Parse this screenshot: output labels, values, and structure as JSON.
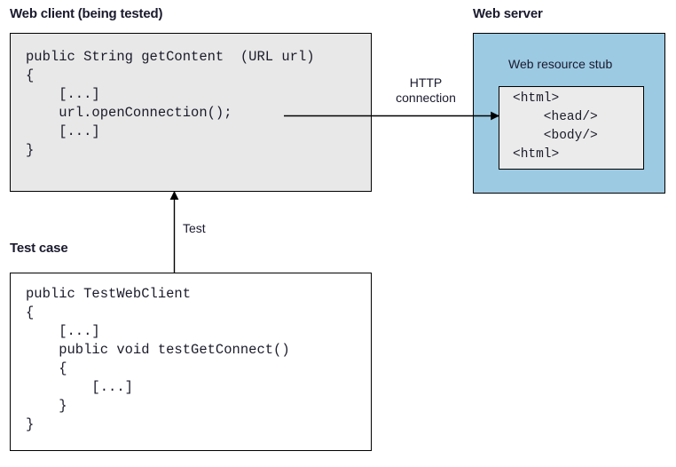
{
  "diagram": {
    "title_web_client": "Web client (being tested)",
    "title_web_server": "Web server",
    "title_test_case": "Test case",
    "label_resource_stub": "Web resource stub",
    "label_http_connection": "HTTP\nconnection",
    "label_http_line1": "HTTP",
    "label_http_line2": "connection",
    "label_test": "Test",
    "code_web_client": "public String getContent  (URL url)\n{\n    [...]\n    url.openConnection();\n    [...]\n}",
    "code_test_case": "public TestWebClient\n{\n    [...]\n    public void testGetConnect()\n    {\n        [...]\n    }\n}",
    "code_resource_stub": "<html>\n    <head/>\n    <body/>\n<html>",
    "colors": {
      "web_client_fill": "#e8e8e8",
      "web_server_fill": "#9ccae3",
      "resource_stub_fill": "#ebebeb",
      "test_case_fill": "#ffffff",
      "stroke": "#000000",
      "text": "#1a1a2e",
      "background": "#ffffff"
    },
    "connectors": [
      {
        "name": "http-connection-arrow",
        "from": "web-client.url.openConnection()",
        "to": "web-resource-stub",
        "direction": "right",
        "label": "HTTP connection"
      },
      {
        "name": "test-arrow",
        "from": "test-case",
        "to": "web-client",
        "direction": "up",
        "label": "Test"
      }
    ]
  }
}
